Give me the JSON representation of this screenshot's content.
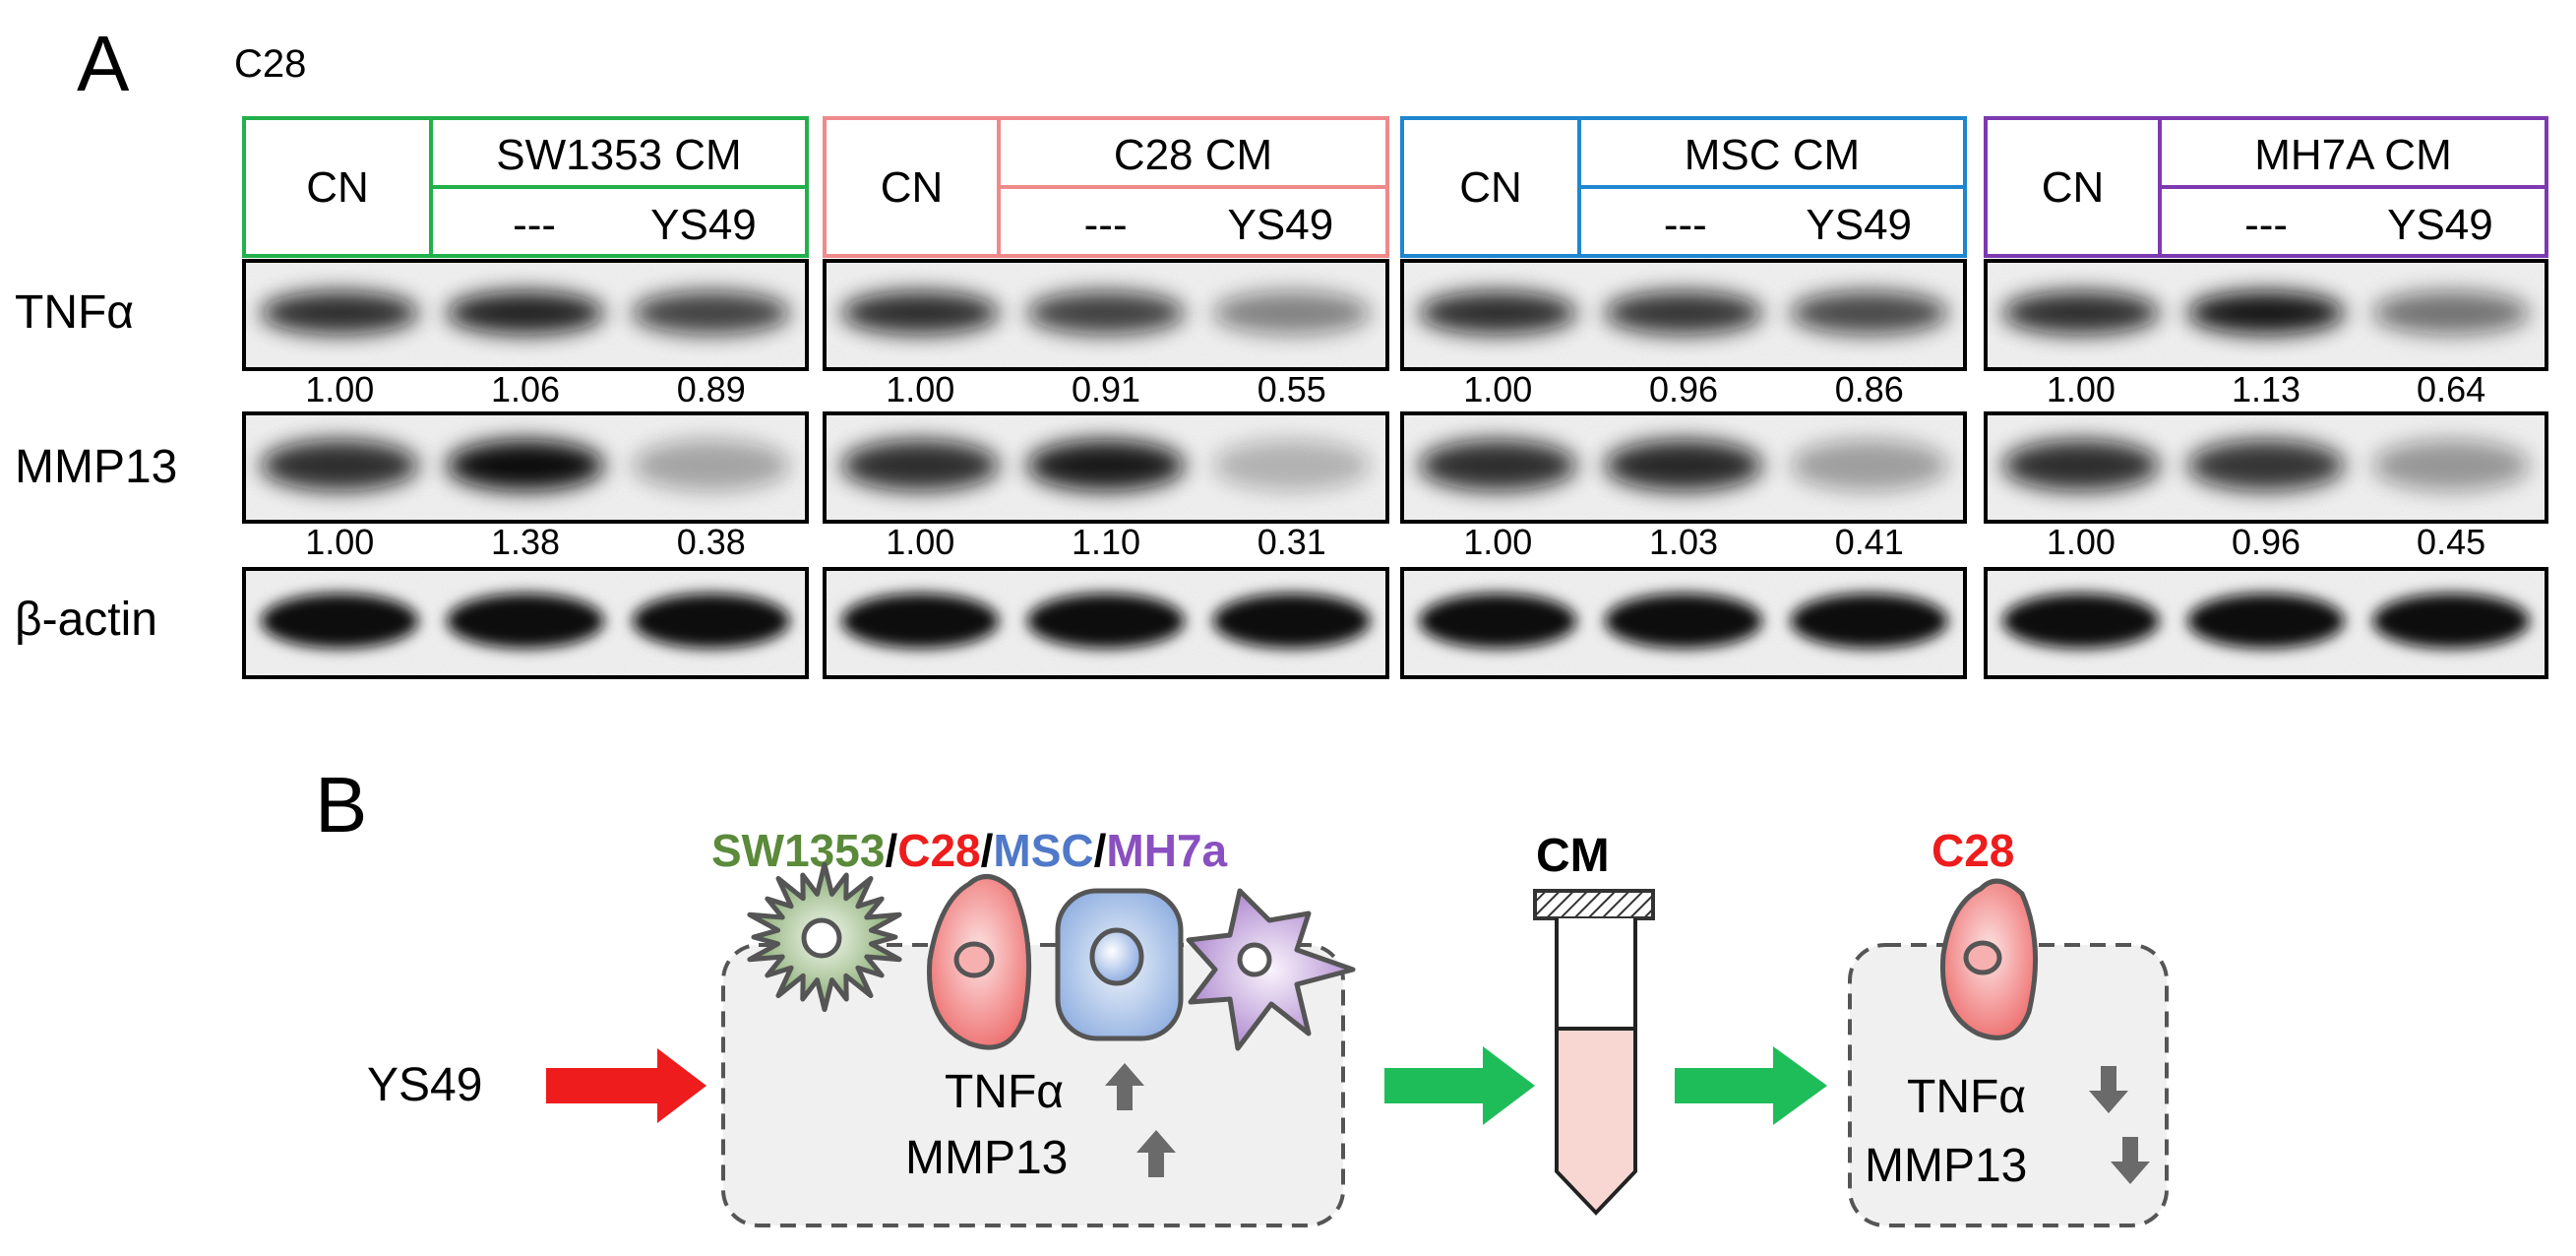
{
  "panel_a": {
    "label": "A",
    "cell_line": "C28",
    "rows": [
      "TNFα",
      "MMP13",
      "β-actin"
    ],
    "groups": [
      {
        "id": "sw1353",
        "cn": "CN",
        "cm": "SW1353 CM",
        "dash": "---",
        "treat": "YS49",
        "color": "#22b04a",
        "tnf": [
          "1.00",
          "1.06",
          "0.89"
        ],
        "mmp": [
          "1.00",
          "1.38",
          "0.38"
        ]
      },
      {
        "id": "c28",
        "cn": "CN",
        "cm": "C28 CM",
        "dash": "---",
        "treat": "YS49",
        "color": "#f08a8a",
        "tnf": [
          "1.00",
          "0.91",
          "0.55"
        ],
        "mmp": [
          "1.00",
          "1.10",
          "0.31"
        ]
      },
      {
        "id": "msc",
        "cn": "CN",
        "cm": "MSC CM",
        "dash": "---",
        "treat": "YS49",
        "color": "#1f86cf",
        "tnf": [
          "1.00",
          "0.96",
          "0.86"
        ],
        "mmp": [
          "1.00",
          "1.03",
          "0.41"
        ]
      },
      {
        "id": "mh7a",
        "cn": "CN",
        "cm": "MH7A CM",
        "dash": "---",
        "treat": "YS49",
        "color": "#7d3ab0",
        "tnf": [
          "1.00",
          "1.13",
          "0.64"
        ],
        "mmp": [
          "1.00",
          "0.96",
          "0.45"
        ]
      }
    ]
  },
  "panel_b": {
    "label": "B",
    "cells_title": {
      "sw1353": "SW1353",
      "c28": "C28",
      "msc": "MSC",
      "mh7a": "MH7a",
      "sep": "/"
    },
    "drug": "YS49",
    "left_box": {
      "marker1": "TNFα",
      "marker2": "MMP13"
    },
    "tube_label": "CM",
    "target_title": "C28",
    "right_box": {
      "marker1": "TNFα",
      "marker2": "MMP13"
    },
    "colors": {
      "sw1353": "#5a8a3a",
      "c28": "#ee1c1c",
      "msc": "#4f79c8",
      "mh7a": "#8a4fc0",
      "red_arrow": "#ee1c1c",
      "green_arrow": "#1fbd5a",
      "gray_arrow": "#6a6a6a"
    }
  }
}
